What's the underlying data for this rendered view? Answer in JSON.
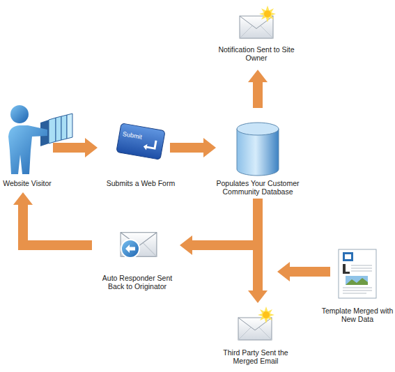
{
  "diagram": {
    "nodes": [
      {
        "text": [
          "Notification Sent to Site Owner"
        ]
      },
      {
        "text": [
          "Website Visitor"
        ]
      },
      {
        "text": [
          "Submit",
          "Submits a Web Form"
        ]
      },
      {
        "text": [
          "Populates Your Customer Community Database"
        ]
      },
      {
        "text": [
          "Auto Responder Sent Back to Originator"
        ]
      },
      {
        "text": [
          "Template Merged with New Data"
        ]
      },
      {
        "text": [
          "Third Party Sent the Merged Email"
        ]
      }
    ],
    "edges": [
      {
        "from": 1,
        "to": 2,
        "arrow": "to"
      },
      {
        "from": 2,
        "to": 3,
        "arrow": "to"
      },
      {
        "from": 3,
        "to": 0,
        "arrow": "to"
      },
      {
        "from": 3,
        "to": 6,
        "arrow": "to"
      },
      {
        "from": 3,
        "to": 4,
        "arrow": "to"
      },
      {
        "from": 5,
        "to": 6,
        "arrow": "to"
      },
      {
        "from": 4,
        "to": 1,
        "arrow": "to"
      }
    ]
  }
}
